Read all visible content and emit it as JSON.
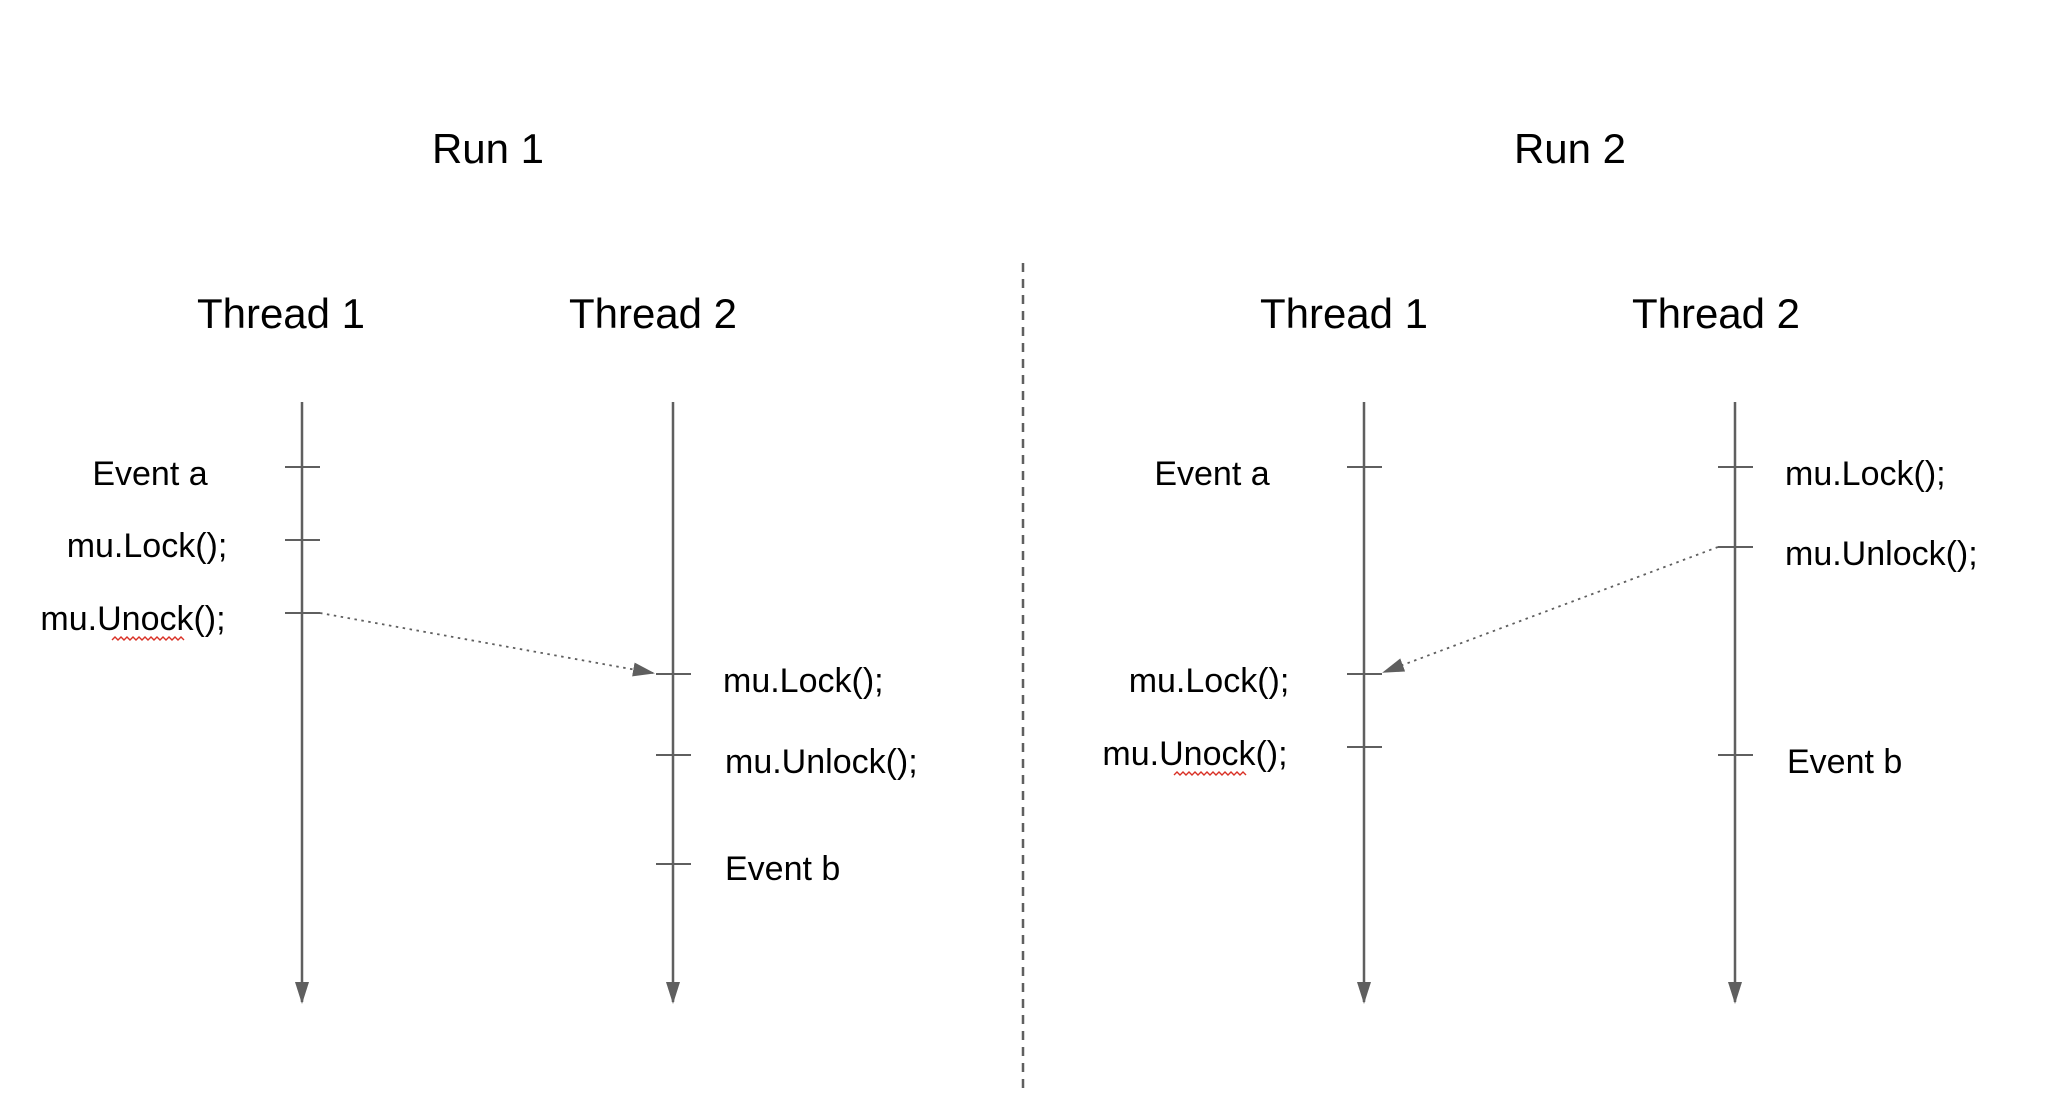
{
  "diagram": {
    "colors": {
      "line": "#5f5f5f",
      "text": "#000000",
      "spellcheck": "#d93025"
    },
    "runs": [
      {
        "title": "Run 1",
        "threads": [
          {
            "title": "Thread 1",
            "events": [
              "Event a",
              "mu.Lock();",
              "mu.Unock();"
            ]
          },
          {
            "title": "Thread 2",
            "events": [
              "mu.Lock();",
              "mu.Unlock();",
              "Event b"
            ]
          }
        ],
        "arrow": {
          "from": "Thread 1: mu.Unock();",
          "to": "Thread 2: mu.Lock();"
        }
      },
      {
        "title": "Run 2",
        "threads": [
          {
            "title": "Thread 1",
            "events": [
              "Event a",
              "mu.Lock();",
              "mu.Unock();"
            ]
          },
          {
            "title": "Thread 2",
            "events": [
              "mu.Lock();",
              "mu.Unlock();",
              "Event b"
            ]
          }
        ],
        "arrow": {
          "from": "Thread 2: mu.Unlock();",
          "to": "Thread 1: mu.Lock();"
        }
      }
    ]
  }
}
